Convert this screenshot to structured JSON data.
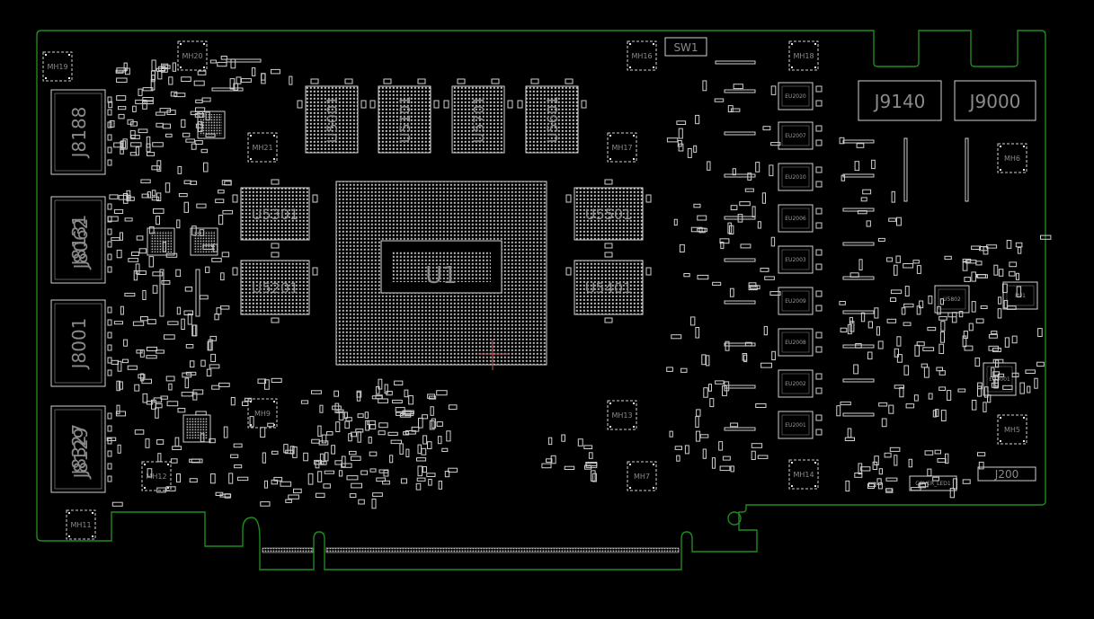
{
  "colors": {
    "background": "#000000",
    "board_outline": "#1f8a1f",
    "silkscreen": "#d8d8d8",
    "label_text": "#8a8a8a",
    "cursor": "#c05050"
  },
  "main_chip": {
    "ref": "U1"
  },
  "memory_chips": [
    {
      "ref": "U5001"
    },
    {
      "ref": "U5101"
    },
    {
      "ref": "U5701"
    },
    {
      "ref": "U5601"
    },
    {
      "ref": "U5301"
    },
    {
      "ref": "U5201"
    },
    {
      "ref": "U5501"
    },
    {
      "ref": "U5401"
    }
  ],
  "connectors": {
    "left": [
      {
        "ref": "J8188"
      },
      {
        "ref": "J8131",
        "ref2": "J8062"
      },
      {
        "ref": "J8001"
      },
      {
        "ref": "J8327",
        "ref2": "J8129"
      }
    ],
    "top_right": [
      {
        "ref": "J9140"
      },
      {
        "ref": "J9000"
      }
    ],
    "bottom_right": {
      "ref": "J200"
    }
  },
  "switch": {
    "ref": "SW1"
  },
  "mounting_holes": [
    "MH19",
    "MH20",
    "MH21",
    "MH16",
    "MH17",
    "MH18",
    "MH6",
    "MH9",
    "MH12",
    "MH11",
    "MH13",
    "MH7",
    "MH14",
    "MH5"
  ],
  "small_chips": [
    "EU2020",
    "EU2007",
    "EU2010",
    "EU2006",
    "EU2003",
    "EU2009",
    "EU2008",
    "EU2002",
    "EU2001",
    "EU3001",
    "U5802",
    "PU1"
  ],
  "led": {
    "ref": "COVER_LED1"
  }
}
